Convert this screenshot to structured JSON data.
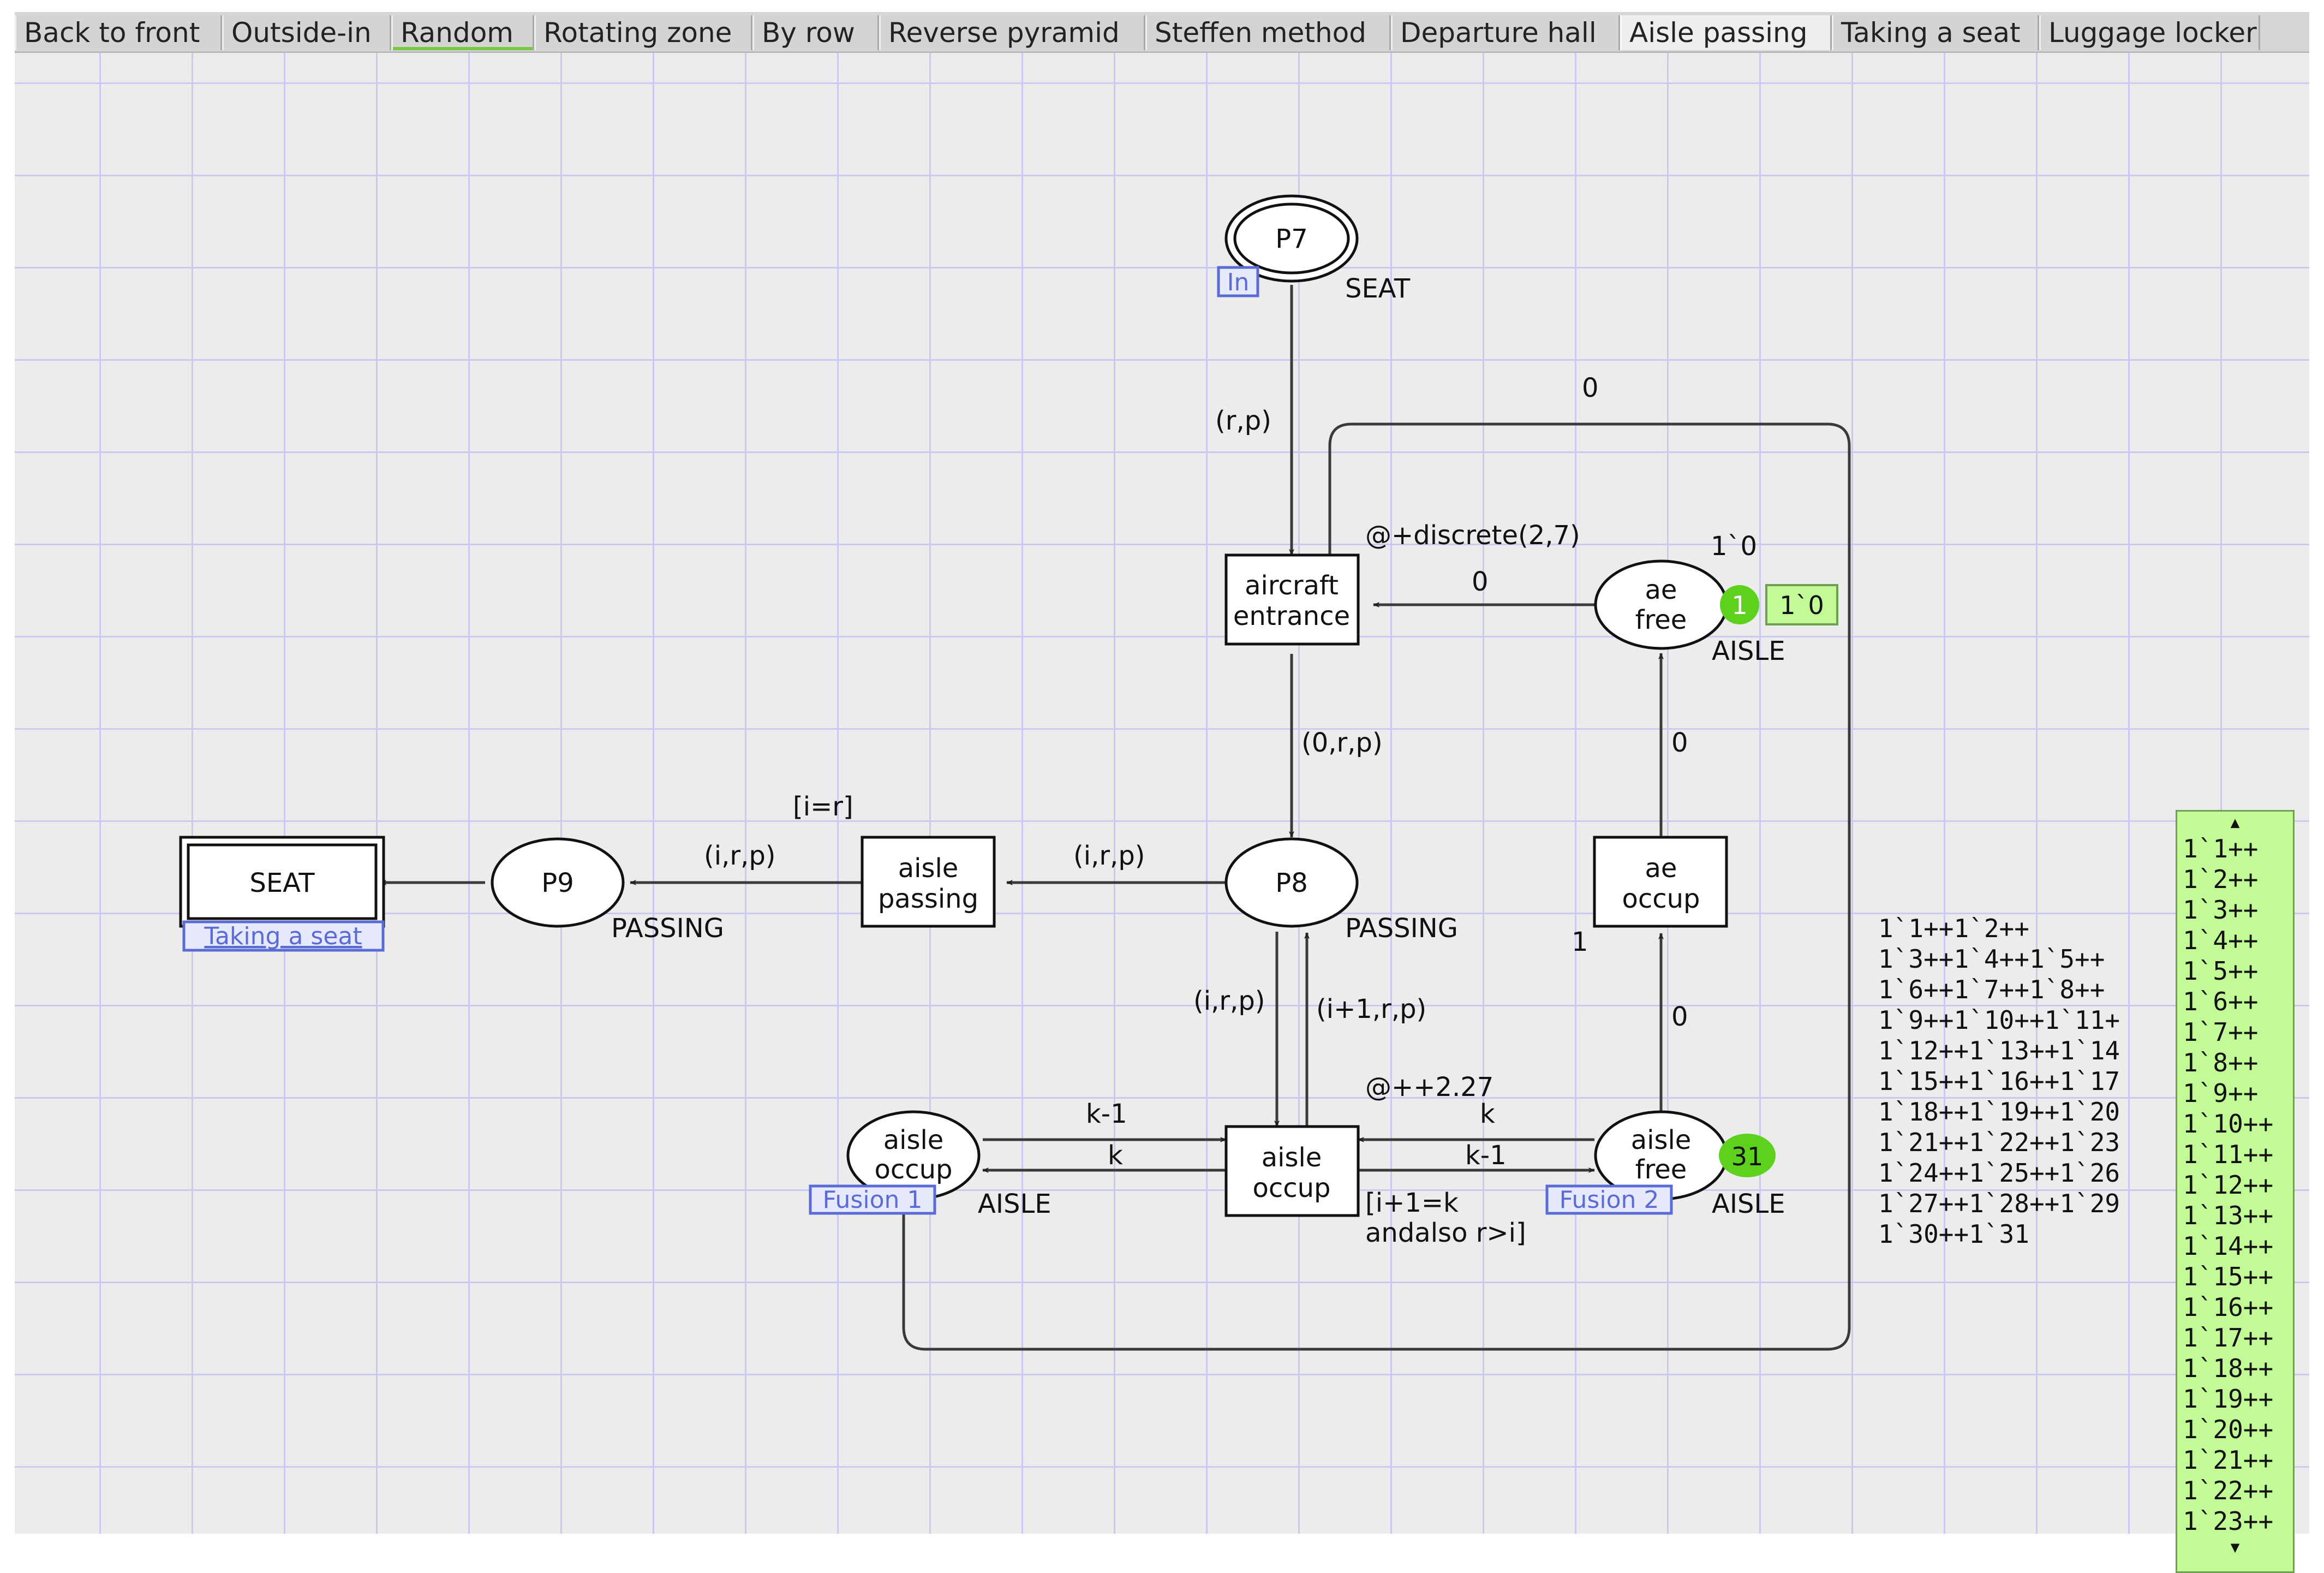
{
  "tabs": [
    {
      "label": "Back to front"
    },
    {
      "label": "Outside-in"
    },
    {
      "label": "Random"
    },
    {
      "label": "Rotating zone"
    },
    {
      "label": "By row"
    },
    {
      "label": "Reverse pyramid"
    },
    {
      "label": "Steffen method"
    },
    {
      "label": "Departure hall"
    },
    {
      "label": "Aisle passing"
    },
    {
      "label": "Taking a seat"
    },
    {
      "label": "Luggage locker"
    }
  ],
  "active_tab": "Aisle passing",
  "places": {
    "p7": {
      "name": "P7",
      "type": "SEAT",
      "port_tag": "In"
    },
    "p8": {
      "name": "P8",
      "type": "PASSING"
    },
    "p9": {
      "name": "P9",
      "type": "PASSING"
    },
    "ae_free": {
      "name_line1": "ae",
      "name_line2": "free",
      "type": "AISLE",
      "initial_marking": "1`0",
      "token_count": "1",
      "marking": "1`0"
    },
    "aisle_occup": {
      "name_line1": "aisle",
      "name_line2": "occup",
      "type": "AISLE",
      "fusion_tag": "Fusion 1"
    },
    "aisle_free": {
      "name_line1": "aisle",
      "name_line2": "free",
      "type": "AISLE",
      "fusion_tag": "Fusion 2",
      "token_count": "31"
    }
  },
  "transitions": {
    "aircraft_entrance": {
      "line1": "aircraft",
      "line2": "entrance",
      "time": "@+discrete(2,7)"
    },
    "aisle_passing": {
      "line1": "aisle",
      "line2": "passing",
      "guard": "[i=r]"
    },
    "aisle_occup": {
      "line1": "aisle",
      "line2": "occup",
      "time": "@++2.27",
      "guard_line1": "[i+1=k",
      "guard_line2": "andalso r>i]"
    },
    "ae_occup": {
      "line1": "ae",
      "line2": "occup"
    },
    "seat": {
      "label": "SEAT",
      "subpage_tag": "Taking a seat"
    }
  },
  "arc_labels": {
    "p7_to_entrance": "(r,p)",
    "loop_top": "0",
    "aefree_to_entrance": "0",
    "entrance_to_p8": "(0,r,p)",
    "aeoccup_to_aefree": "0",
    "aislefree_to_aeoccup": "0",
    "p8_to_passing": "(i,r,p)",
    "passing_to_p9": "(i,r,p)",
    "p8_to_aisleoccup": "(i,r,p)",
    "aisleoccup_to_p8": "(i+1,r,p)",
    "occupplace_to_trans": "k-1",
    "trans_to_occupplace": "k",
    "aislefree_to_trans": "k",
    "trans_to_aislefree": "k-1",
    "aeoccup_side": "1"
  },
  "initial_marking_text": [
    "1`1++1`2++",
    "1`3++1`4++1`5++",
    "1`6++1`7++1`8++",
    "1`9++1`10++1`11+",
    "1`12++1`13++1`14",
    "1`15++1`16++1`17",
    "1`18++1`19++1`20",
    "1`21++1`22++1`23",
    "1`24++1`25++1`26",
    "1`27++1`28++1`29",
    "1`30++1`31"
  ],
  "current_marking_list": [
    "1`1++",
    "1`2++",
    "1`3++",
    "1`4++",
    "1`5++",
    "1`6++",
    "1`7++",
    "1`8++",
    "1`9++",
    "1`10++",
    "1`11++",
    "1`12++",
    "1`13++",
    "1`14++",
    "1`15++",
    "1`16++",
    "1`17++",
    "1`18++",
    "1`19++",
    "1`20++",
    "1`21++",
    "1`22++",
    "1`23++"
  ],
  "colors": {
    "token_green": "#5ed01e",
    "marking_green": "#c2fa96",
    "tag_blue": "#5b6bd6",
    "grid": "#c9c9f2",
    "canvas": "#ececec"
  }
}
